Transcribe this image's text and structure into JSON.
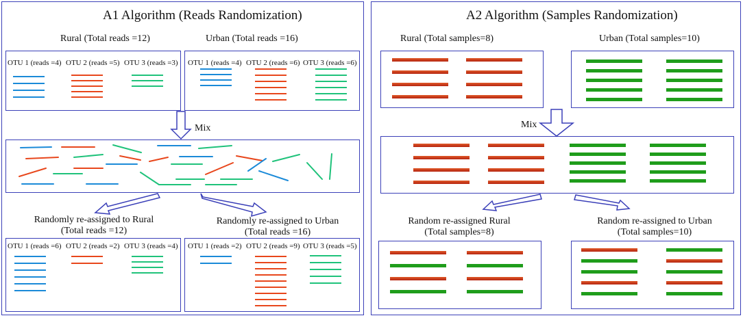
{
  "a1": {
    "title": "A1 Algorithm (Reads Randomization)",
    "rural_header": "Rural (Total reads =12)",
    "urban_header": "Urban (Total reads =16)",
    "rural_otus": [
      "OTU 1 (reads =4)",
      "OTU 2 (reads =5)",
      "OTU 3 (reads =3)"
    ],
    "urban_otus": [
      "OTU 1 (reads =4)",
      "OTU 2 (reads =6)",
      "OTU 3 (reads =6)"
    ],
    "mix_label": "Mix",
    "rand_rural_line1": "Randomly re-assigned to Rural",
    "rand_rural_line2": "(Total reads =12)",
    "rand_urban_line1": "Randomly re-assigned to Urban",
    "rand_urban_line2": "(Total reads =16)",
    "rand_rural_otus": [
      "OTU 1 (reads =6)",
      "OTU 2 (reads =2)",
      "OTU 3 (reads =4)"
    ],
    "rand_urban_otus": [
      "OTU 1 (reads =2)",
      "OTU 2 (reads =9)",
      "OTU 3 (reads =5)"
    ]
  },
  "a2": {
    "title": "A2 Algorithm (Samples Randomization)",
    "rural_header": "Rural (Total samples=8)",
    "urban_header": "Urban (Total samples=10)",
    "mix_label": "Mix",
    "rand_rural_line1": "Random re-assigned Rural",
    "rand_rural_line2": "(Total samples=8)",
    "rand_urban_line1": "Random re-assigned to Urban",
    "rand_urban_line2": "(Total samples=10)"
  },
  "colors": {
    "border": "#3a3fb8",
    "otu1": "#1a8ad8",
    "otu2": "#e8461b",
    "otu3": "#1ec27a",
    "rural_sample": "#c8341a",
    "urban_sample": "#1f9d1b"
  }
}
